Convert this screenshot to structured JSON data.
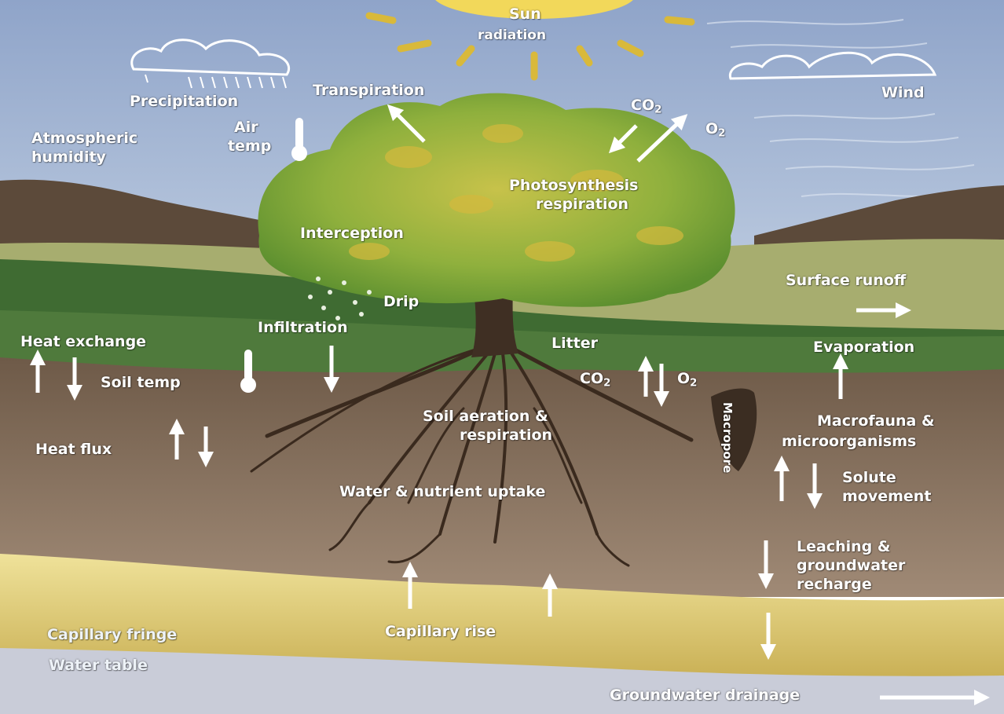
{
  "diagram": {
    "labels": {
      "sun": "Sun",
      "radiation": "radiation",
      "precipitation": "Precipitation",
      "transpiration": "Transpiration",
      "wind": "Wind",
      "air_temp_line1": "Air",
      "air_temp_line2": "temp",
      "atmospheric_humidity_line1": "Atmospheric",
      "atmospheric_humidity_line2": "humidity",
      "co2_top": "CO",
      "o2_top": "O",
      "photosynthesis": "Photosynthesis",
      "respiration_top": "respiration",
      "interception": "Interception",
      "surface_runoff": "Surface runoff",
      "drip": "Drip",
      "infiltration": "Infiltration",
      "heat_exchange": "Heat exchange",
      "litter": "Litter",
      "evaporation": "Evaporation",
      "soil_temp": "Soil temp",
      "co2_soil": "CO",
      "o2_soil": "O",
      "macropore": "Macropore",
      "soil_aeration_line1": "Soil aeration &",
      "soil_aeration_line2": "respiration",
      "macrofauna_line1": "Macrofauna &",
      "macrofauna_line2": "microorganisms",
      "heat_flux": "Heat flux",
      "solute_line1": "Solute",
      "solute_line2": "movement",
      "water_uptake": "Water & nutrient uptake",
      "leaching_line1": "Leaching &",
      "leaching_line2": "groundwater",
      "leaching_line3": "recharge",
      "capillary_fringe": "Capillary fringe",
      "capillary_rise": "Capillary rise",
      "water_table": "Water table",
      "groundwater_drainage": "Groundwater drainage",
      "subscript_2": "2"
    },
    "colors": {
      "sky": "#aab9d6",
      "hills": "#5c4a3a",
      "grass_light": "#a7ad6f",
      "grass_dark": "#3f6b32",
      "soil": "#8a7260",
      "sand": "#e2d27a",
      "water_table": "#c9ccd8",
      "sun": "#f2d85a",
      "label": "#ffffff"
    },
    "icons": [
      "sun-icon",
      "cloud-icon",
      "rain-icon",
      "thermometer-icon",
      "tree-icon",
      "root-icon",
      "arrow-icon"
    ]
  }
}
